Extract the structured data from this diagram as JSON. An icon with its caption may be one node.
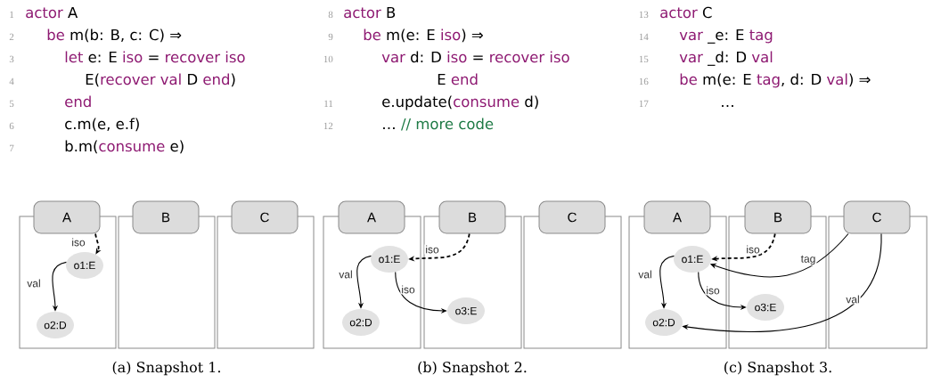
{
  "diagram": {
    "nodes": [
      {
        "text": [
          "A"
        ]
      },
      {
        "text": [
          "B"
        ]
      },
      {
        "text": [
          "C"
        ]
      },
      {
        "text": [
          "o1:E"
        ],
        "in": 0
      },
      {
        "text": [
          "o2:D"
        ],
        "in": 0
      },
      {
        "text": [
          "A"
        ]
      },
      {
        "text": [
          "B"
        ]
      },
      {
        "text": [
          "C"
        ]
      },
      {
        "text": [
          "o1:E"
        ],
        "in": 5
      },
      {
        "text": [
          "o2:D"
        ],
        "in": 5
      },
      {
        "text": [
          "o3:E"
        ],
        "in": 6
      },
      {
        "text": [
          "A"
        ]
      },
      {
        "text": [
          "B"
        ]
      },
      {
        "text": [
          "C"
        ]
      },
      {
        "text": [
          "o1:E"
        ],
        "in": 11
      },
      {
        "text": [
          "o2:D"
        ],
        "in": 11
      },
      {
        "text": [
          "o3:E"
        ],
        "in": 12
      }
    ],
    "edges": [
      {
        "from": 0,
        "to": 3,
        "arrow": "to",
        "label": "iso",
        "style": "dashed"
      },
      {
        "from": 3,
        "to": 4,
        "arrow": "to",
        "label": "val"
      },
      {
        "from": 6,
        "to": 8,
        "arrow": "to",
        "label": "iso",
        "style": "dashed"
      },
      {
        "from": 8,
        "to": 9,
        "arrow": "to",
        "label": "val"
      },
      {
        "from": 8,
        "to": 10,
        "arrow": "to",
        "label": "iso"
      },
      {
        "from": 12,
        "to": 14,
        "arrow": "to",
        "label": "iso",
        "style": "dashed"
      },
      {
        "from": 14,
        "to": 15,
        "arrow": "to",
        "label": "val"
      },
      {
        "from": 14,
        "to": 16,
        "arrow": "to",
        "label": "iso"
      },
      {
        "from": 13,
        "to": 14,
        "arrow": "to",
        "label": "tag"
      },
      {
        "from": 13,
        "to": 15,
        "arrow": "to",
        "label": "val"
      }
    ],
    "labels": [
      "1",
      "actor",
      "A",
      "2",
      "be",
      "m(b: B, c: C) ⇒",
      "3",
      "let",
      "e: E",
      "iso",
      "=",
      "recover iso",
      "4",
      "E(",
      "recover val",
      "D",
      "end",
      ")",
      "5",
      "end",
      "6",
      "c.m(e, e.f)",
      "7",
      "b.m(",
      "consume",
      "e)",
      "8",
      "actor",
      "B",
      "9",
      "be",
      "m(e: E",
      "iso",
      ") ⇒",
      "10",
      "var",
      "d: D",
      "iso",
      "=",
      "recover iso",
      "E",
      "end",
      "11",
      "e.update(",
      "consume",
      "d)",
      "12",
      "…",
      "// more code",
      "13",
      "actor",
      "C",
      "14",
      "var",
      "_e: E",
      "tag",
      "15",
      "var",
      "_d: D",
      "val",
      "16",
      "be",
      "m(e: E",
      "tag",
      ", d: D",
      "val",
      ") ⇒",
      "17",
      "…",
      "(a) Snapshot 1.",
      "(b) Snapshot 2.",
      "(c) Snapshot 3."
    ]
  }
}
